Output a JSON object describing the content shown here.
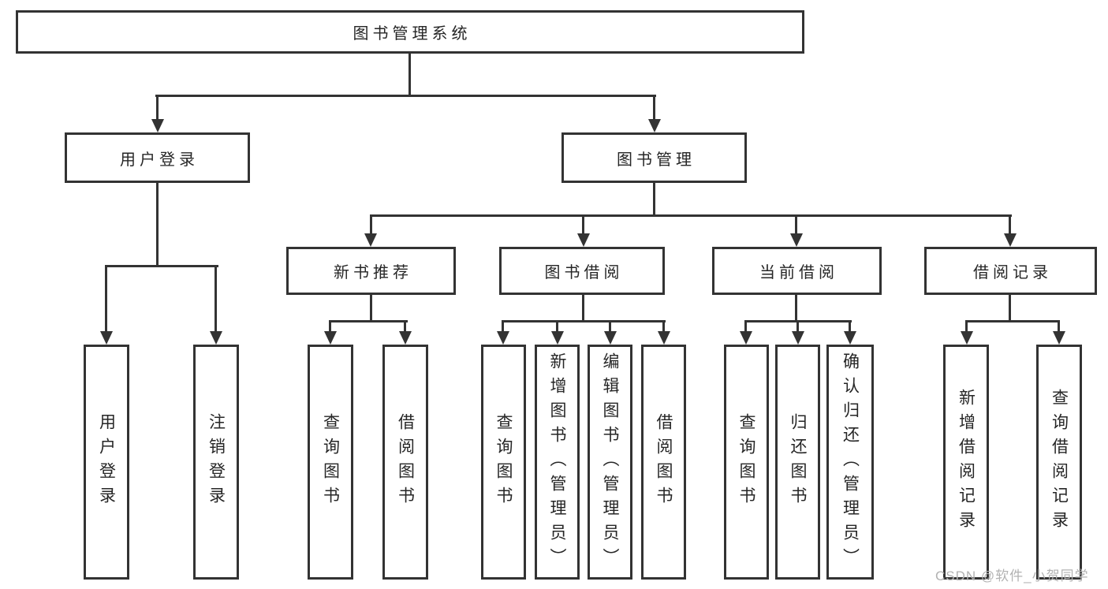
{
  "tree": {
    "root": {
      "label": "图书管理系统"
    },
    "branches": [
      {
        "label": "用户登录",
        "children": [
          {
            "label": "用户登录"
          },
          {
            "label": "注销登录"
          }
        ]
      },
      {
        "label": "图书管理",
        "children": [
          {
            "label": "新书推荐",
            "children": [
              {
                "label": "查询图书"
              },
              {
                "label": "借阅图书"
              }
            ]
          },
          {
            "label": "图书借阅",
            "children": [
              {
                "label": "查询图书"
              },
              {
                "label": "新增图书（管理员）"
              },
              {
                "label": "编辑图书（管理员）"
              },
              {
                "label": "借阅图书"
              }
            ]
          },
          {
            "label": "当前借阅",
            "children": [
              {
                "label": "查询图书"
              },
              {
                "label": "归还图书"
              },
              {
                "label": "确认归还（管理员）"
              }
            ]
          },
          {
            "label": "借阅记录",
            "children": [
              {
                "label": "新增借阅记录"
              },
              {
                "label": "查询借阅记录"
              }
            ]
          }
        ]
      }
    ]
  },
  "watermark": "CSDN @软件_小贺同学",
  "colors": {
    "line": "#333333",
    "text": "#262626",
    "watermark": "#b2b2b2",
    "background": "#ffffff"
  }
}
